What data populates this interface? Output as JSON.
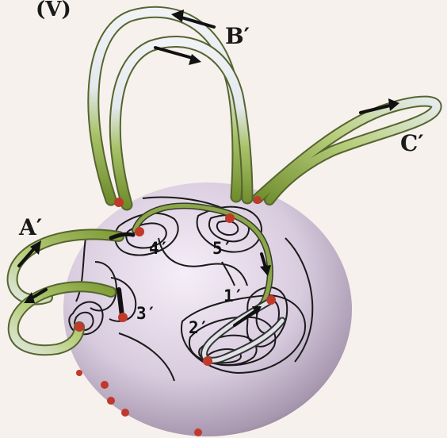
{
  "panel_label": "(V)",
  "loop_labels": {
    "a": "A′",
    "b": "B′",
    "c": "C′"
  },
  "node_labels": {
    "n1": "1′",
    "n2": "2′",
    "n3": "3′",
    "n4": "4′",
    "n5": "5′"
  },
  "colors": {
    "background": "#f6f1ec",
    "sphere_light": "#f1e9f5",
    "sphere_mid": "#cdbfd3",
    "sphere_dark": "#8e7f97",
    "tube_green": "#7f9c3a",
    "tube_light": "#e4e8ee",
    "contour": "#1a1a1a",
    "footpoint": "#c0392b"
  }
}
